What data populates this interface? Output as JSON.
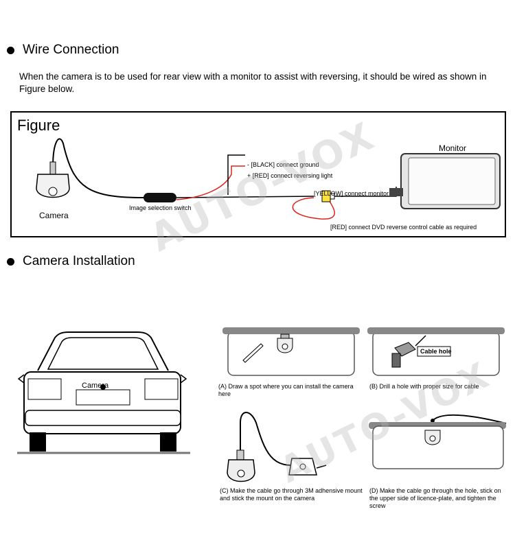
{
  "sections": {
    "wire_connection": "Wire Connection",
    "camera_installation": "Camera Installation"
  },
  "intro": "When the camera is to be used for rear view with a monitor to assist with reversing, it should be wired as shown in Figure below.",
  "figure": {
    "title": "Figure",
    "camera": "Camera",
    "monitor": "Monitor",
    "black": "- [BLACK] connect ground",
    "red_rev": "+ [RED] connect reversing light",
    "yellow": "[YELLOW] connect monitor",
    "switch": "Image selection switch",
    "red_dvd": "[RED] connect DVD reverse control cable as required"
  },
  "install": {
    "car_label": "Camera",
    "cable_hole": "Cable hole",
    "step_a": "(A) Draw a spot where you can install the camera here",
    "step_b": "(B) Drill a hole with proper size for cable",
    "step_c": "(C) Make the cable go through 3M adhensive mount and stick the mount on the camera",
    "step_d": "(D) Make the cable go through the hole, stick on the upper side of licence-plate, and tighten the screw"
  },
  "watermark": "AUTO-VOX",
  "colors": {
    "red": "#e0201c",
    "yellow": "#ffe23a"
  }
}
